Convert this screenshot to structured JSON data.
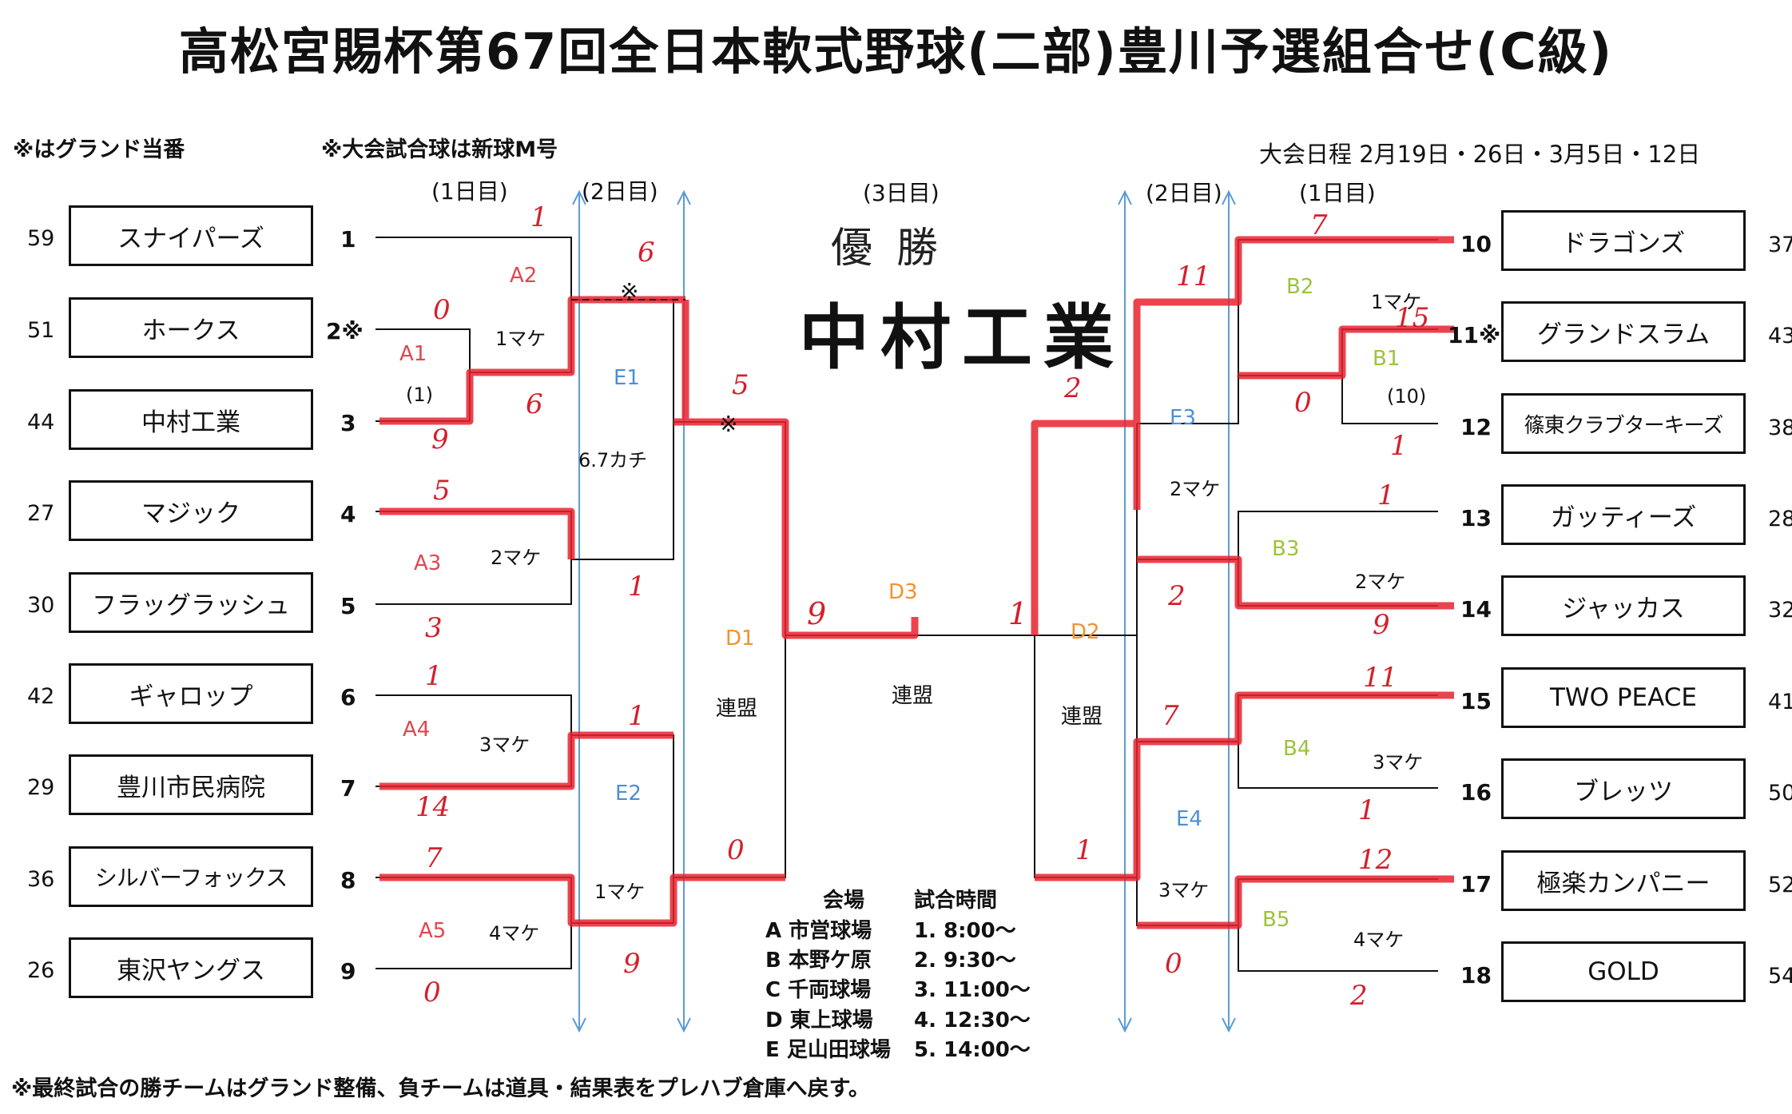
{
  "title": "高松宮賜杯第67回全日本軟式野球(二部)豊川予選組合せ(C級)",
  "notes": {
    "ground_duty": "※はグランド当番",
    "ball": "※大会試合球は新球M号",
    "schedule": "大会日程 2月19日・26日・3月5日・12日",
    "footer": "※最終試合の勝チームはグランド整備、負チームは道具・結果表をプレハブ倉庫へ戻す。"
  },
  "days": {
    "left_day1": "(1日目)",
    "left_day2": "(2日目)",
    "center_day3": "(3日目)",
    "right_day2": "(2日目)",
    "right_day1": "(1日目)"
  },
  "champion": {
    "label": "優勝",
    "team": "中村工業"
  },
  "left_teams": [
    {
      "num": "59",
      "team": "スナイパーズ",
      "slot": "1"
    },
    {
      "num": "51",
      "team": "ホークス",
      "slot": "2※"
    },
    {
      "num": "44",
      "team": "中村工業",
      "slot": "3"
    },
    {
      "num": "27",
      "team": "マジック",
      "slot": "4"
    },
    {
      "num": "30",
      "team": "フラッグラッシュ",
      "slot": "5"
    },
    {
      "num": "42",
      "team": "ギャロップ",
      "slot": "6"
    },
    {
      "num": "29",
      "team": "豊川市民病院",
      "slot": "7"
    },
    {
      "num": "36",
      "team": "シルバーフォックス",
      "slot": "8"
    },
    {
      "num": "26",
      "team": "東沢ヤングス",
      "slot": "9"
    }
  ],
  "right_teams": [
    {
      "slot": "10",
      "team": "ドラゴンズ",
      "num": "37"
    },
    {
      "slot": "11※",
      "team": "グランドスラム",
      "num": "43"
    },
    {
      "slot": "12",
      "team": "篠東クラブターキーズ",
      "num": "38"
    },
    {
      "slot": "13",
      "team": "ガッティーズ",
      "num": "28"
    },
    {
      "slot": "14",
      "team": "ジャッカス",
      "num": "32"
    },
    {
      "slot": "15",
      "team": "TWO PEACE",
      "num": "41"
    },
    {
      "slot": "16",
      "team": "ブレッツ",
      "num": "50"
    },
    {
      "slot": "17",
      "team": "極楽カンパニー",
      "num": "52"
    },
    {
      "slot": "18",
      "team": "GOLD",
      "num": "54"
    }
  ],
  "match_labels": {
    "A1": "A1",
    "A2": "A2",
    "A3": "A3",
    "A4": "A4",
    "A5": "A5",
    "B1": "B1",
    "B2": "B2",
    "B3": "B3",
    "B4": "B4",
    "B5": "B5",
    "E1": "E1",
    "E2": "E2",
    "E3": "E3",
    "E4": "E4",
    "D1": "D1",
    "D2": "D2",
    "D3": "D3"
  },
  "match_notes": {
    "a1_order": "(1)",
    "b1_order": "(10)",
    "a2_lose": "1マケ",
    "a3_lose": "2マケ",
    "a4_lose": "3マケ",
    "a5_lose": "4マケ",
    "e1_win": "6.7カチ",
    "e2_lose": "1マケ",
    "b2_lose": "1マケ",
    "b3_lose": "2マケ",
    "b4_lose": "3マケ",
    "b5_lose": "4マケ",
    "e3_lose": "2マケ",
    "e4_lose": "3マケ",
    "d1_league": "連盟",
    "d2_league": "連盟",
    "d3_league": "連盟",
    "mark_e1": "※",
    "mark_d1": "※"
  },
  "scores": {
    "a2_s1": "1",
    "a1_s2": "0",
    "a1_s3": "9",
    "a2_s3": "6",
    "e1_top": "6",
    "a3_s4": "5",
    "a3_s5": "3",
    "e1_bottom": "1",
    "d1_top": "5",
    "a4_s6": "1",
    "a4_s7": "14",
    "e2_top": "1",
    "a5_s8": "7",
    "a5_s9": "0",
    "e2_bottom": "9",
    "d1_bottom": "0",
    "d3_left": "9",
    "d3_right": "1",
    "b2_s10": "7",
    "b1_s11": "15",
    "b2_bottom": "0",
    "b1_s12": "1",
    "e3_top": "11",
    "d2_top": "2",
    "b3_s13": "1",
    "b3_s14": "9",
    "e3_bottom": "2",
    "b4_s15": "11",
    "b4_s16": "1",
    "e4_top": "7",
    "b5_s17": "12",
    "b5_s18": "2",
    "e4_bottom": "0",
    "d2_bottom": "1"
  },
  "venues": {
    "venue_header": "会場",
    "time_header": "試合時間",
    "rows": [
      {
        "venue": "A 市営球場",
        "time": "1. 8:00〜"
      },
      {
        "venue": "B 本野ケ原",
        "time": "2. 9:30〜"
      },
      {
        "venue": "C 千両球場",
        "time": "3. 11:00〜"
      },
      {
        "venue": "D 東上球場",
        "time": "4. 12:30〜"
      },
      {
        "venue": "E 足山田球場",
        "time": "5. 14:00〜"
      }
    ]
  },
  "colors": {
    "line": "#111111",
    "win": "#e8232f",
    "score": "#d4202c",
    "a_label": "#e0464e",
    "b_label": "#9cc33a",
    "e_label": "#4a90d6",
    "d_label": "#f0922b",
    "guide": "#5b9bd5"
  }
}
